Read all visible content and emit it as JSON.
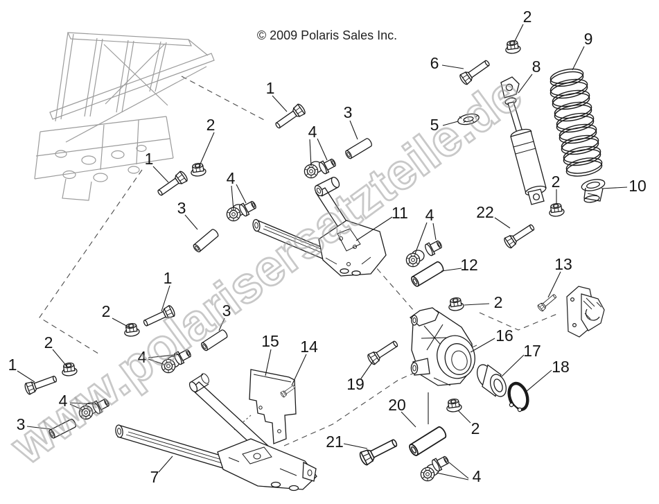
{
  "copyright": "© 2009 Polaris Sales Inc.",
  "watermark": "www.polarisersatzteile.de",
  "callouts": [
    {
      "label": "1"
    },
    {
      "label": "2"
    },
    {
      "label": "3"
    },
    {
      "label": "4"
    },
    {
      "label": "1"
    },
    {
      "label": "2"
    },
    {
      "label": "1"
    },
    {
      "label": "3"
    },
    {
      "label": "4"
    },
    {
      "label": "3"
    },
    {
      "label": "4"
    },
    {
      "label": "2"
    },
    {
      "label": "1"
    },
    {
      "label": "3"
    },
    {
      "label": "4"
    },
    {
      "label": "7"
    },
    {
      "label": "11"
    },
    {
      "label": "4"
    },
    {
      "label": "22"
    },
    {
      "label": "12"
    },
    {
      "label": "2"
    },
    {
      "label": "15"
    },
    {
      "label": "14"
    },
    {
      "label": "19"
    },
    {
      "label": "16"
    },
    {
      "label": "17"
    },
    {
      "label": "18"
    },
    {
      "label": "13"
    },
    {
      "label": "20"
    },
    {
      "label": "2"
    },
    {
      "label": "21"
    },
    {
      "label": "4"
    },
    {
      "label": "2"
    },
    {
      "label": "6"
    },
    {
      "label": "8"
    },
    {
      "label": "9"
    },
    {
      "label": "5"
    },
    {
      "label": "2"
    },
    {
      "label": "10"
    }
  ]
}
